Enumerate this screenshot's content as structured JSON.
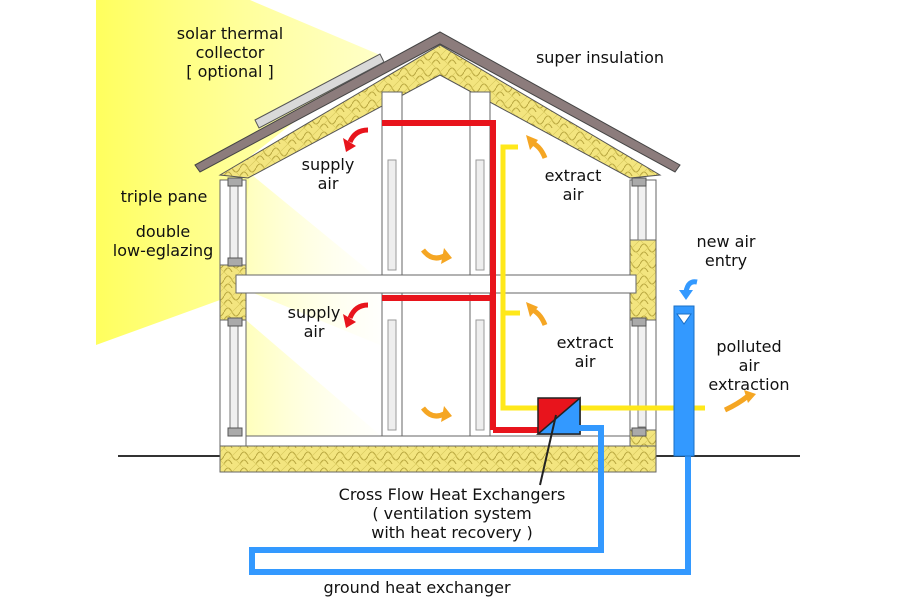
{
  "labels": {
    "solar_collector_1": "solar thermal",
    "solar_collector_2": "collector",
    "solar_collector_3": "[ optional ]",
    "super_insulation": "super insulation",
    "triple_pane": "triple pane",
    "double_1": "double",
    "double_2": "low-eglazing",
    "supply_air_1": "supply",
    "supply_air_2": "air",
    "extract_air_1": "extract",
    "extract_air_2": "air",
    "new_air_1": "new air",
    "new_air_2": "entry",
    "polluted_1": "polluted",
    "polluted_2": "air",
    "polluted_3": "extraction",
    "heat_exchanger_1": "Cross Flow Heat Exchangers",
    "heat_exchanger_2": "( ventilation system",
    "heat_exchanger_3": "with heat recovery )",
    "ground_heat_exchanger": "ground heat exchanger"
  },
  "colors": {
    "supply_air": "#e8141c",
    "extract_air": "#ffe81a",
    "fresh_air": "#3399ff",
    "insulation": "#f5e98a",
    "sunlight": "#ffff66",
    "airflow_arrow": "#f5a623",
    "roof": "#7a6a6a"
  }
}
